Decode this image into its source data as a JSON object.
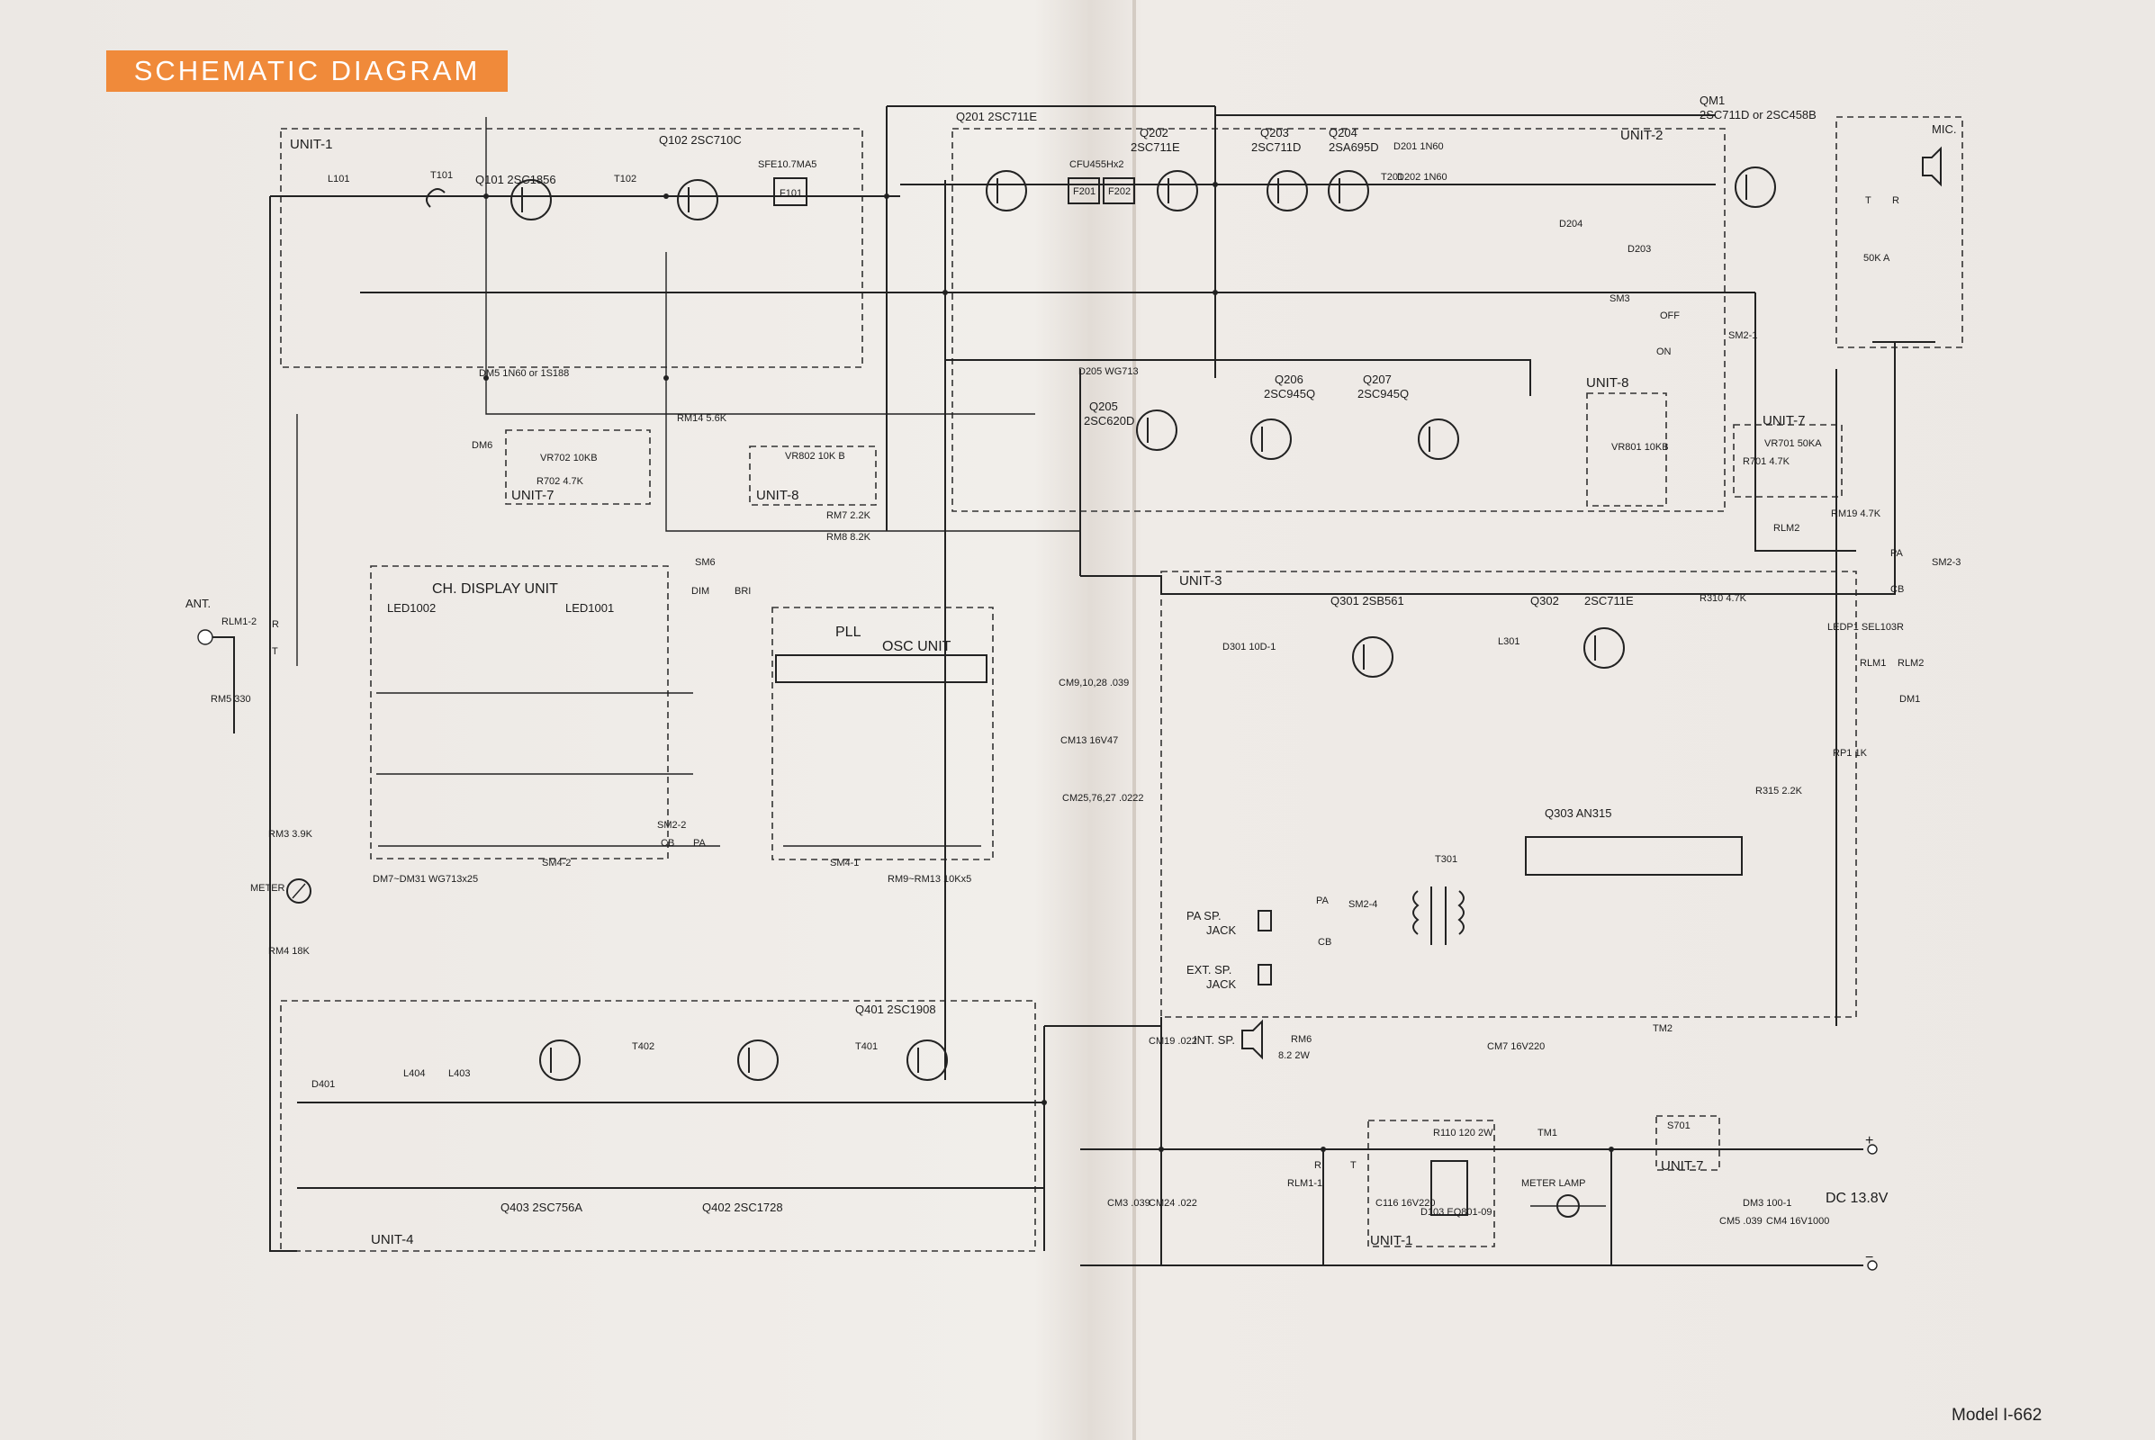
{
  "title": "SCHEMATIC DIAGRAM",
  "model": "Model I-662",
  "units": {
    "unit1": "UNIT-1",
    "unit2": "UNIT-2",
    "unit3": "UNIT-3",
    "unit4": "UNIT-4",
    "unit7": "UNIT-7",
    "unit8": "UNIT-8",
    "ch_display": "CH. DISPLAY UNIT",
    "pll": "PLL",
    "osc_unit": "OSC UNIT"
  },
  "transistors": {
    "q101": "Q101 2SC1856",
    "q102": "Q102 2SC710C",
    "q201": "Q201 2SC711E",
    "q202": "Q202",
    "q202_type": "2SC711E",
    "q203": "Q203",
    "q203_type": "2SC711D",
    "q204": "Q204",
    "q204_type": "2SA695D",
    "qm1": "QM1",
    "qm1_type": "2SC711D or 2SC458B",
    "q205": "Q205",
    "q205_type": "2SC620D",
    "q206": "Q206",
    "q206_type": "2SC945Q",
    "q207": "Q207",
    "q207_type": "2SC945Q",
    "q301": "Q301 2SB561",
    "q302": "Q302",
    "q302_type": "2SC711E",
    "q303": "Q303 AN315",
    "q401": "Q401 2SC1908",
    "q402": "Q402 2SC1728",
    "q403": "Q403 2SC756A"
  },
  "parts": {
    "sfe": "SFE10.7MA5",
    "cfu": "CFU455Hx2",
    "f101": "F101",
    "f201": "F201",
    "f202": "F202",
    "t101": "T101",
    "t102": "T102",
    "t201": "T201",
    "t301": "T301",
    "t401": "T401",
    "t402": "T402",
    "l101": "L101",
    "l301": "L301",
    "l403": "L403",
    "l404": "L404",
    "d201": "D201 1N60",
    "d202": "D202 1N60",
    "d204": "D204",
    "d203": "D203",
    "d301": "D301 10D-1",
    "d401": "D401",
    "d205": "D205 WG713",
    "dm5": "DM5 1N60 or 1S188",
    "dm6": "DM6",
    "led1002": "LED1002",
    "led1001": "LED1001",
    "dm_note": "DM7~DM31 WG713x25",
    "rm_note": "RM9~RM13 10Kx5",
    "rm14": "RM14 5.6K",
    "rm7": "RM7 2.2K",
    "rm8": "RM8 8.2K",
    "vr702": "VR702 10KB",
    "r702": "R702 4.7K",
    "vr802": "VR802 10K B",
    "vr801": "VR801 10KB",
    "vr701": "VR701 50KA",
    "r701": "R701 4.7K",
    "rm19": "RM19 4.7K",
    "r310": "R310 4.7K",
    "r315": "R315 2.2K",
    "r110": "R110 120 2W",
    "rm6": "RM6",
    "rm6_val": "8.2 2W",
    "rm5": "RM5 330",
    "rm3": "RM3 3.9K",
    "rm4": "RM4 18K",
    "sm4_1": "SM4-1",
    "sm4_2": "SM4-2",
    "sm2_1": "SM2-1",
    "sm2_2": "SM2-2",
    "sm2_3": "SM2-3",
    "sm2_4": "SM2-4",
    "sm3": "SM3",
    "sm6": "SM6",
    "s701": "S701",
    "rlm1_1": "RLM1-1",
    "rlm1_2": "RLM1-2",
    "rlm2": "RLM2",
    "tm1": "TM1",
    "tm2": "TM2",
    "cm7": "CM7 16V220",
    "cm9": "CM9,10,28 .039",
    "cm13": "CM13 16V47",
    "cm25": "CM25,76,27 .0222",
    "cm19": "CM19 .022",
    "cm3": "CM3 .039",
    "cm24": "CM24 .022",
    "cm5": "CM5 .039",
    "dm3": "DM3 100-1",
    "cm4": "CM4 16V1000",
    "c116": "C116 16V220",
    "d103": "D103 EQ801-09",
    "vr50k": "50K A",
    "ledp1": "LEDP1 SEL103R",
    "rlm1": "RLM1",
    "rlm2b": "RLM2",
    "dm1": "DM1",
    "rp1": "RP1 1K"
  },
  "connectors": {
    "ant": "ANT.",
    "meter": "METER",
    "mic": "MIC.",
    "pa_sp": "PA SP.",
    "pa_jack": "JACK",
    "ext_sp": "EXT. SP.",
    "ext_jack": "JACK",
    "int_sp": "INT. SP.",
    "meter_lamp": "METER LAMP",
    "dc": "DC 13.8V",
    "off": "OFF",
    "on": "ON",
    "dim": "DIM",
    "bri": "BRI",
    "plus": "+",
    "minus": "−"
  },
  "switch_pos": {
    "pa": "PA",
    "cb": "CB",
    "t": "T",
    "r": "R"
  }
}
